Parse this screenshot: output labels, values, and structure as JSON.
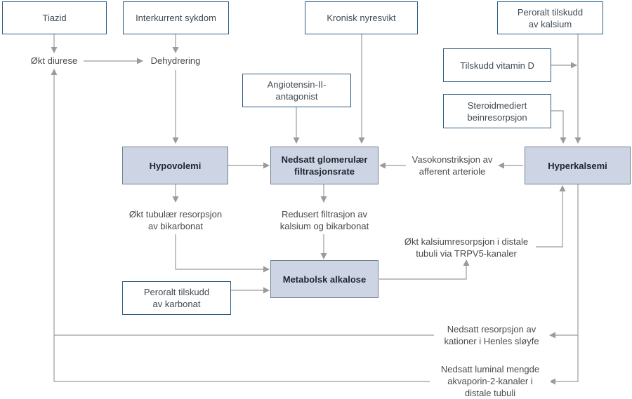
{
  "colors": {
    "box_border": "#2c5d84",
    "key_fill": "#cdd5e5",
    "arrow": "#9b9b9b",
    "text": "#4a4a4a"
  },
  "nodes": {
    "tiazid": "Tiazid",
    "interkurrent_sykdom": "Interkurrent sykdom",
    "kronisk_nyresvikt": "Kronisk nyresvikt",
    "peroralt_kalsium": "Peroralt tilskudd\nav kalsium",
    "tilskudd_vitamin_d": "Tilskudd vitamin D",
    "angiotensin": "Angiotensin-II-\nantagonist",
    "steroidmediert": "Steroidmediert\nbeinresorpsjon",
    "hypovolemi": "Hypovolemi",
    "nedsatt_gfr": "Nedsatt glomerulær\nfiltrasjonsrate",
    "hyperkalsemi": "Hyperkalsemi",
    "metabolsk_alkalose": "Metabolsk alkalose",
    "peroralt_karbonat": "Peroralt tilskudd\nav karbonat"
  },
  "labels": {
    "okt_diurese": "Økt diurese",
    "dehydrering": "Dehydrering",
    "vasokonstriksjon": "Vasokonstriksjon av\nafferent arteriole",
    "okt_tubulaer": "Økt tubulær resorpsjon\nav bikarbonat",
    "redusert_filtrasjon": "Redusert filtrasjon av\nkalsium og bikarbonat",
    "okt_kalsiumresorpsjon": "Økt kalsiumresorpsjon i distale\ntubuli via TRPV5-kanaler",
    "nedsatt_resorpsjon": "Nedsatt resorpsjon av\nkationer i Henles sløyfe",
    "nedsatt_luminal": "Nedsatt luminal mengde\nakvaporin-2-kanaler i\ndistale tubuli"
  }
}
